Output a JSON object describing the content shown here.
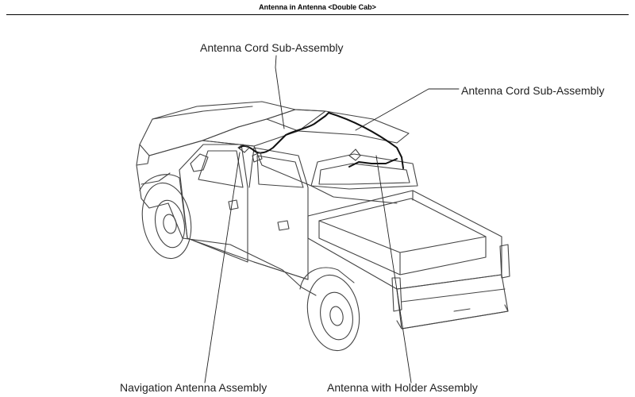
{
  "header": {
    "title": "Antenna in Antenna <Double Cab>"
  },
  "callouts": [
    {
      "label": "Antenna Cord Sub-Assembly"
    },
    {
      "label": "Antenna Cord Sub-Assembly"
    },
    {
      "label": "Navigation Antenna Assembly"
    },
    {
      "label": "Antenna with Holder Assembly"
    }
  ]
}
